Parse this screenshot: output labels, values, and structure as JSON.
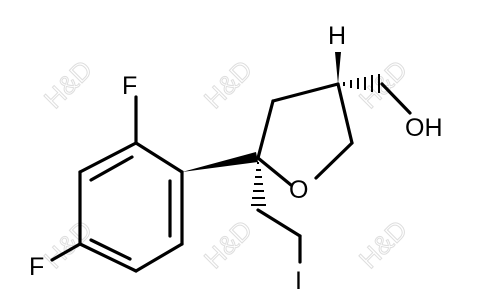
{
  "structure": {
    "atom_labels": {
      "f_top": "F",
      "f_bottom": "F",
      "o_ring": "O",
      "oh": "OH",
      "h_stereo": "H",
      "iodine": "I"
    }
  },
  "watermark": {
    "text": "H&D"
  },
  "colors": {
    "bond": "#000000",
    "watermark": "#dedede",
    "background": "#ffffff"
  }
}
